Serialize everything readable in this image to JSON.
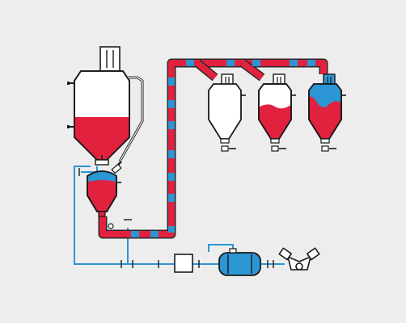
{
  "colors": {
    "background": "#ededed",
    "product_red": "#e2213e",
    "air_blue": "#2c95d4",
    "line_black": "#1a1a1a",
    "vessel_white": "#ffffff",
    "pipe_outline": "#2a2a2a"
  },
  "diagram": {
    "components": [
      {
        "name": "storage-silo",
        "fill": "partial-red"
      },
      {
        "name": "silo-bin-vent-filter"
      },
      {
        "name": "rotary-feeder"
      },
      {
        "name": "blow-pressure-vessel",
        "fill": "red-with-blue-dome"
      },
      {
        "name": "conveying-pipeline",
        "content": "red-product-with-blue-air-slugs"
      },
      {
        "name": "receiving-hopper-1",
        "fill": "empty"
      },
      {
        "name": "receiving-hopper-2",
        "fill": "partial-red"
      },
      {
        "name": "receiving-hopper-3",
        "fill": "full-red-with-blue-air"
      },
      {
        "name": "air-dryer-box"
      },
      {
        "name": "air-receiver-tank"
      },
      {
        "name": "air-compressor",
        "icon": "v-engine-icon"
      }
    ]
  }
}
